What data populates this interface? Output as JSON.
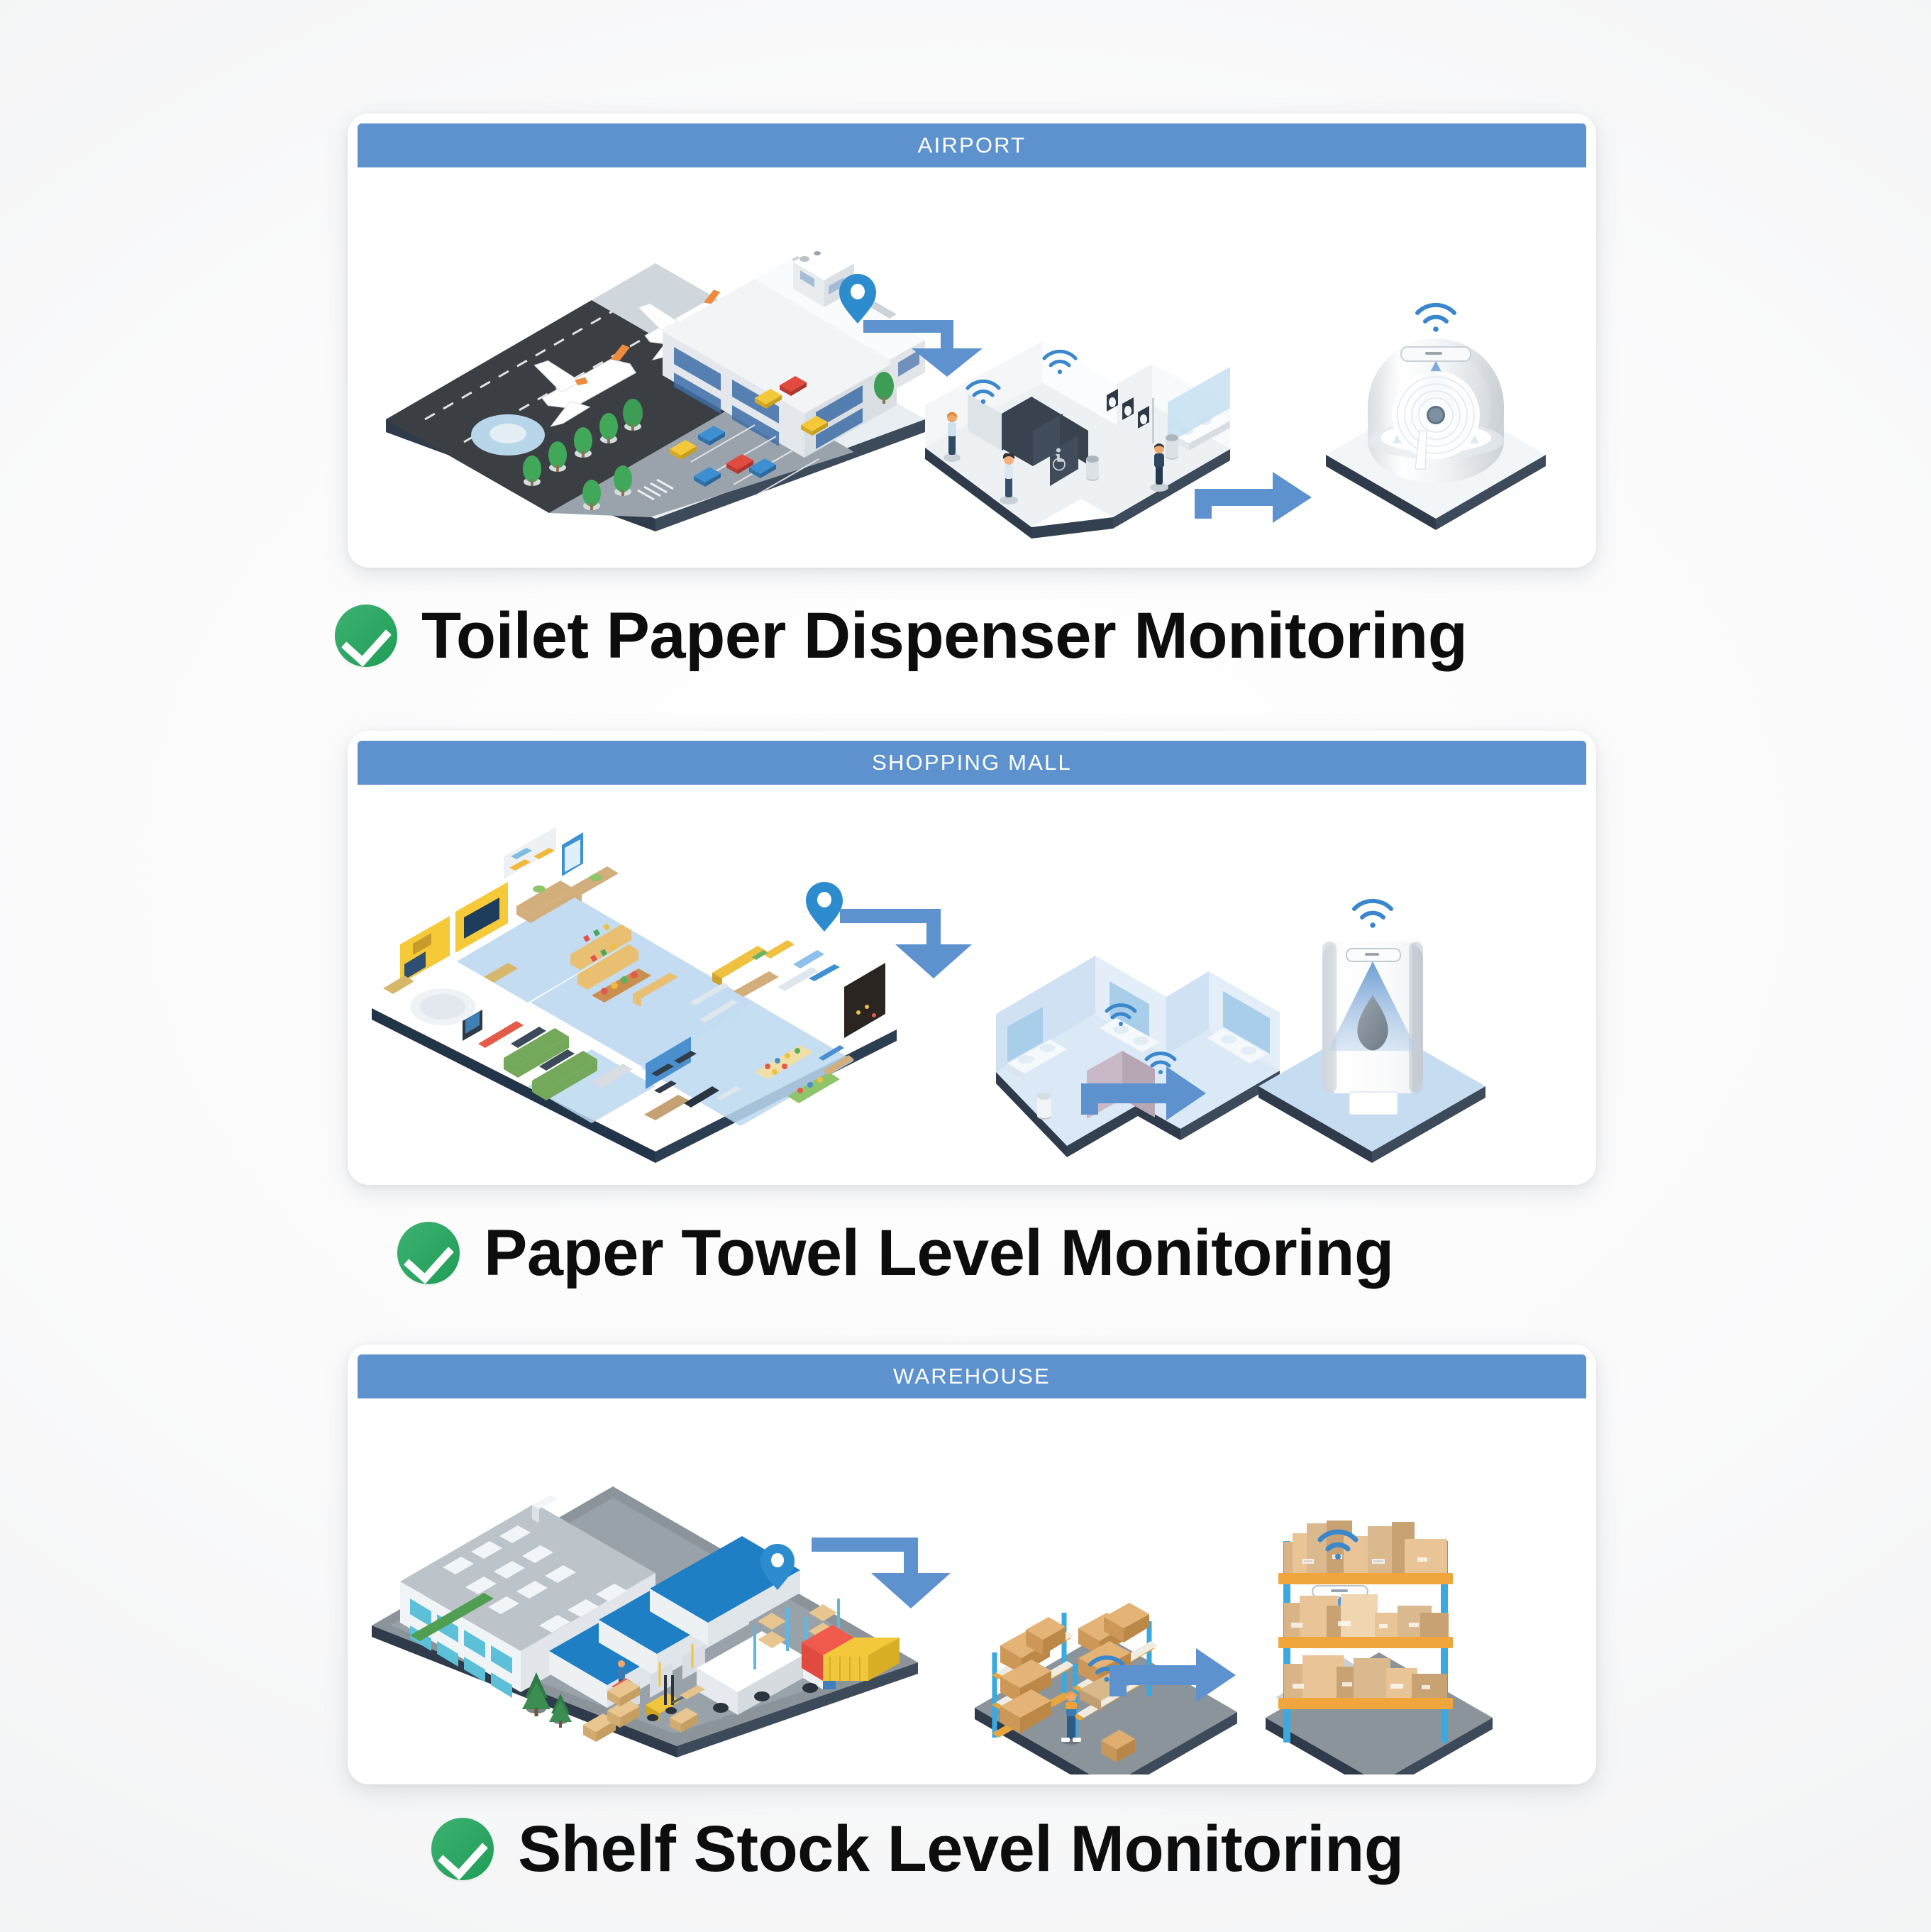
{
  "page": {
    "background_color": "#f4f5f6",
    "accent_blue": "#5d92cf",
    "accent_green": "#22a75d",
    "text_color": "#0d0d0d"
  },
  "sections": [
    {
      "id": "airport",
      "header_label": "AIRPORT",
      "caption": "Toilet Paper Dispenser Monitoring",
      "check_icon": "check-circle-icon",
      "scene": {
        "name": "airport-isometric-scene",
        "stages": [
          {
            "name": "airport-exterior",
            "elements": [
              "runway",
              "airplanes",
              "terminal-building",
              "control-tower",
              "parking-lot",
              "cars",
              "trees",
              "roundabout",
              "crosswalk",
              "map-pin"
            ]
          },
          {
            "name": "airport-restroom",
            "elements": [
              "toilet-stalls",
              "urinals",
              "sinks",
              "people",
              "wifi-signal",
              "trash-bin"
            ]
          },
          {
            "name": "toilet-paper-dispenser",
            "elements": [
              "jumbo-roll-dispenser",
              "sensor-module",
              "sensor-cone-beam",
              "wifi-signal",
              "platform"
            ]
          }
        ],
        "arrows": [
          "arrow-exterior-to-restroom",
          "arrow-restroom-to-dispenser"
        ]
      }
    },
    {
      "id": "shopping-mall",
      "header_label": "SHOPPING MALL",
      "caption": "Paper Towel Level Monitoring",
      "check_icon": "check-circle-icon",
      "scene": {
        "name": "shopping-mall-isometric-scene",
        "stages": [
          {
            "name": "mall-floorplan",
            "elements": [
              "electronics-store",
              "grocery-aisles",
              "fashion-store",
              "food-court",
              "toy-store",
              "furniture-store",
              "escalator",
              "kiosks",
              "map-pin"
            ]
          },
          {
            "name": "mall-restroom",
            "elements": [
              "toilet-stalls",
              "sinks-counter",
              "mirrors",
              "wifi-signal",
              "trash-bin"
            ]
          },
          {
            "name": "paper-towel-dispenser",
            "elements": [
              "towel-dispenser",
              "sensor-module",
              "sensor-cone-beam",
              "wifi-signal",
              "platform"
            ]
          }
        ],
        "arrows": [
          "arrow-mall-to-restroom",
          "arrow-restroom-to-dispenser"
        ]
      }
    },
    {
      "id": "warehouse",
      "header_label": "WAREHOUSE",
      "caption": "Shelf Stock Level Monitoring",
      "check_icon": "check-circle-icon",
      "scene": {
        "name": "warehouse-isometric-scene",
        "stages": [
          {
            "name": "warehouse-exterior",
            "elements": [
              "office-building",
              "warehouse-roof",
              "loading-dock",
              "semi-truck",
              "forklift",
              "pallets",
              "shipping-container",
              "trees",
              "map-pin"
            ]
          },
          {
            "name": "warehouse-interior",
            "elements": [
              "pallet-racking",
              "cardboard-boxes",
              "worker",
              "wifi-signal"
            ]
          },
          {
            "name": "sensor-shelf",
            "elements": [
              "shelf-rack",
              "cardboard-boxes",
              "sensor-module",
              "sensor-cone-beam",
              "wifi-signal",
              "platform"
            ]
          }
        ],
        "arrows": [
          "arrow-exterior-to-interior",
          "arrow-interior-to-shelf"
        ]
      }
    }
  ]
}
